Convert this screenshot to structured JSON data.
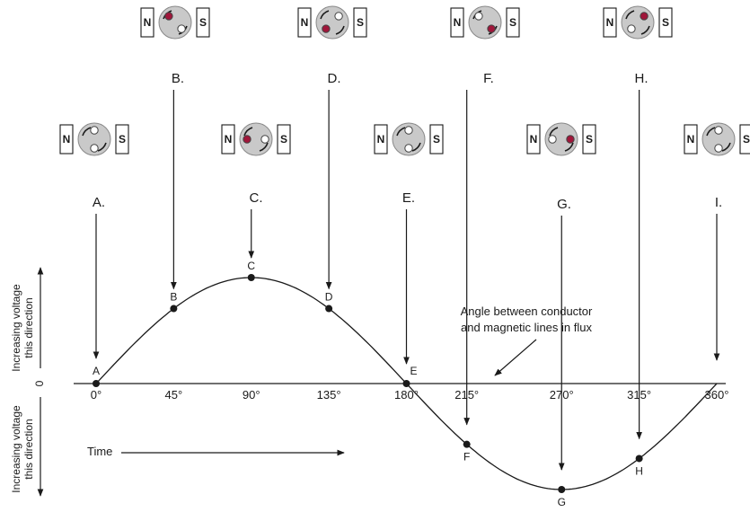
{
  "y_axis": {
    "zero_label": "0",
    "upper_label": [
      "Increasing voltage",
      "this direction"
    ],
    "lower_label": [
      "Increasing voltage",
      "this direction"
    ]
  },
  "time_label": "Time",
  "annotation": [
    "Angle between conductor",
    "and magnetic lines in flux"
  ],
  "magnet": {
    "north": "N",
    "south": "S"
  },
  "positions": [
    {
      "top": "A.",
      "point": "A",
      "degree": "0°",
      "angle": 0
    },
    {
      "top": "B.",
      "point": "B",
      "degree": "45°",
      "angle": 45
    },
    {
      "top": "C.",
      "point": "C",
      "degree": "90°",
      "angle": 90
    },
    {
      "top": "D.",
      "point": "D",
      "degree": "135°",
      "angle": 135
    },
    {
      "top": "E.",
      "point": "E",
      "degree": "180°",
      "angle": 180
    },
    {
      "top": "F.",
      "point": "F",
      "degree": "215°",
      "angle": 215
    },
    {
      "top": "G.",
      "point": "G",
      "degree": "270°",
      "angle": 270
    },
    {
      "top": "H.",
      "point": "H",
      "degree": "315°",
      "angle": 315
    },
    {
      "top": "I.",
      "point": "",
      "degree": "360°",
      "angle": 360
    }
  ],
  "colors": {
    "line": "#1a1a1a",
    "active_conductor": "#a0163a",
    "rotor": "#c9c9c9"
  }
}
